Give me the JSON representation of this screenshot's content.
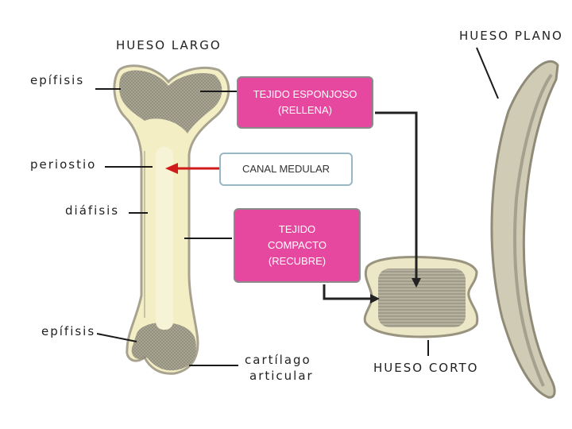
{
  "labels": {
    "long_bone_title": "HUESO LARGO",
    "epiphysis_top": "epífisis",
    "periosteum": "periostio",
    "diaphysis": "diáfisis",
    "epiphysis_bottom": "epífisis",
    "cartilage_line1": "cartílago",
    "cartilage_line2": "articular",
    "flat_bone_title": "HUESO PLANO",
    "short_bone_title": "HUESO CORTO"
  },
  "boxes": {
    "spongy": {
      "line1": "TEJIDO ESPONJOSO",
      "line2": "(RELLENA)"
    },
    "medullary": {
      "line1": "CANAL MEDULAR"
    },
    "compact": {
      "line1": "TEJIDO",
      "line2": "COMPACTO",
      "line3": "(RECUBRE)"
    }
  },
  "colors": {
    "box_pink": "#e6489f",
    "arrow_red": "#d11a1a",
    "bone_ivory": "#f3eec4",
    "bone_outline": "#a8a290",
    "spongy_gray": "#9a9688"
  }
}
